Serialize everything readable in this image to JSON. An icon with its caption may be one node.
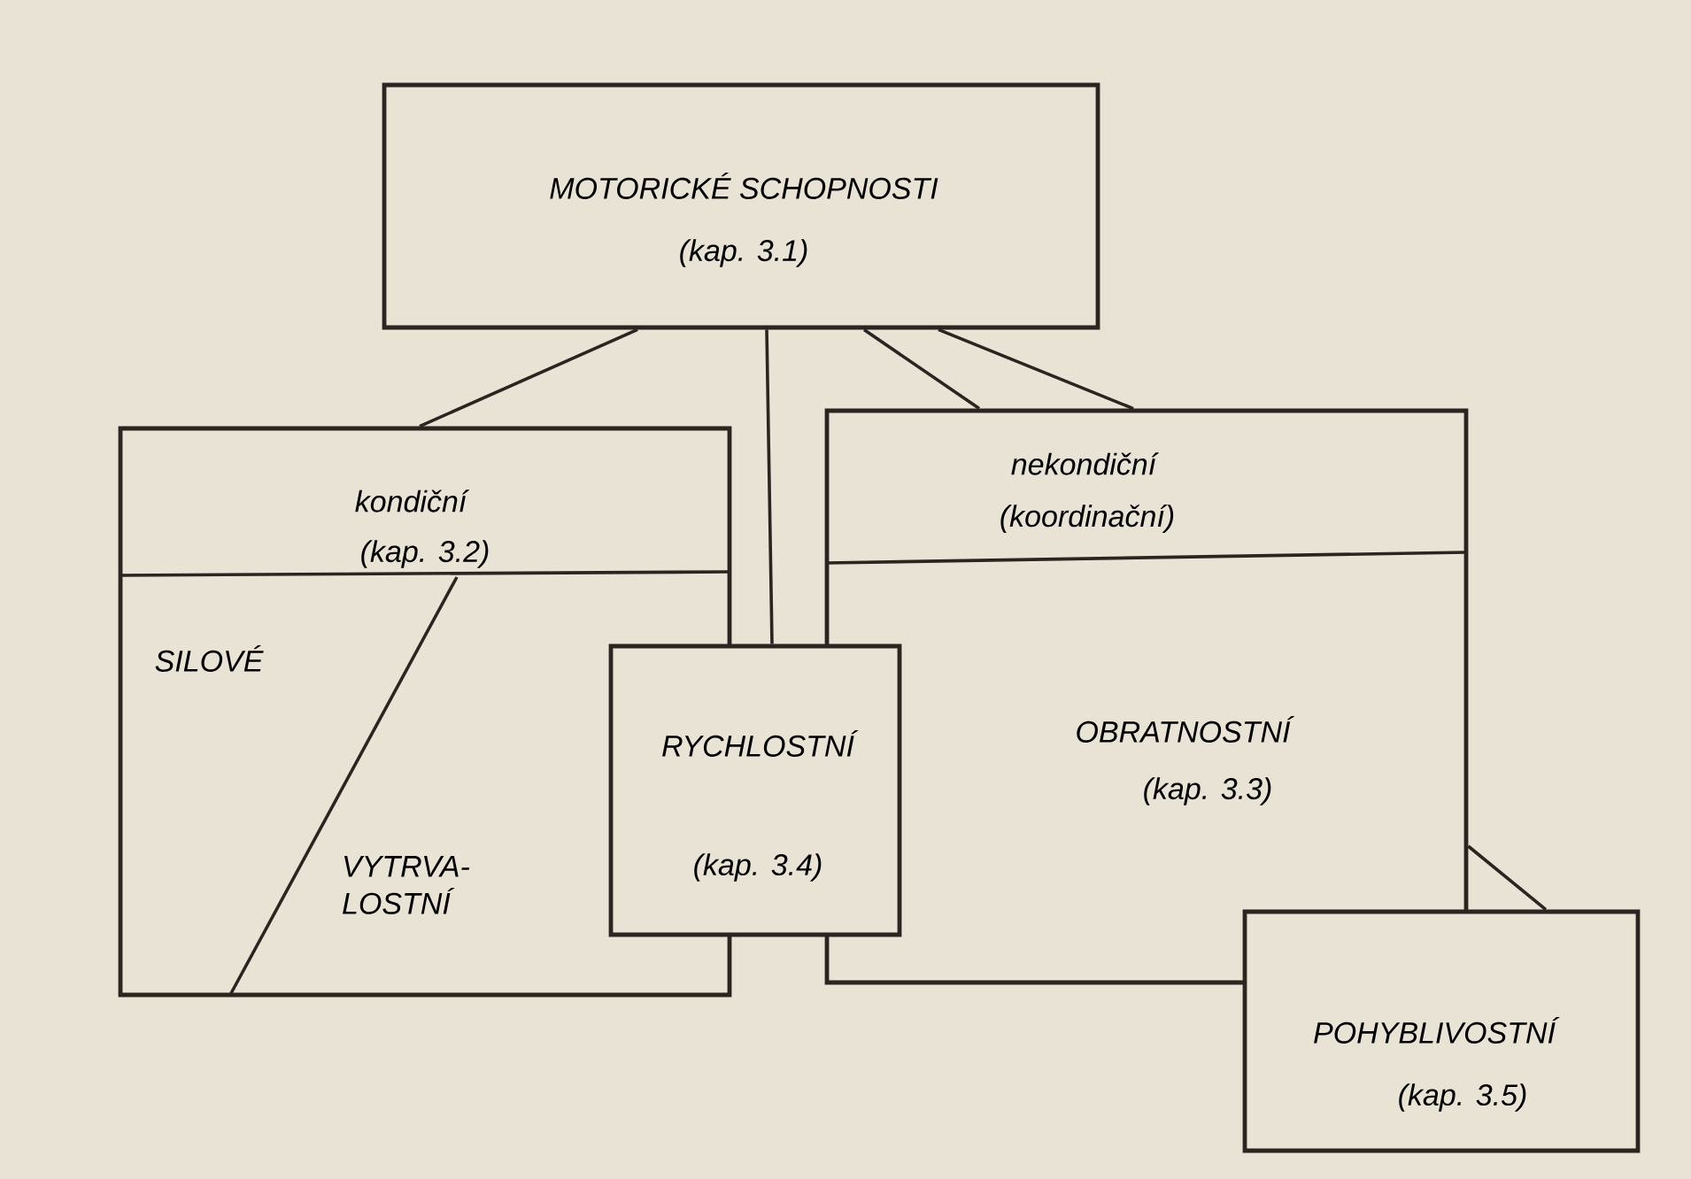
{
  "diagram": {
    "nodes": [
      {
        "text": [
          "MOTORICKÉ SCHOPNOSTI",
          "(kap. 3.1)"
        ]
      },
      {
        "text": [
          "kondiční",
          "(kap. 3.2)",
          "SILOVÉ",
          "VYTRVA- LOSTNÍ"
        ]
      },
      {
        "text": [
          "RYCHLOSTNÍ",
          "(kap. 3.4)"
        ]
      },
      {
        "text": [
          "nekondiční",
          "(koordinační)",
          "OBRATNOSTNÍ",
          "(kap. 3.3)"
        ]
      },
      {
        "text": [
          "POHYBLIVOSTNÍ",
          "(kap. 3.5)"
        ]
      }
    ],
    "edges": [
      {
        "from": 0,
        "to": 1,
        "arrow": "none"
      },
      {
        "from": 0,
        "to": 2,
        "arrow": "none"
      },
      {
        "from": 0,
        "to": 3,
        "arrow": "none"
      },
      {
        "from": 0,
        "to": 3,
        "arrow": "none"
      },
      {
        "from": 3,
        "to": 4,
        "arrow": "none"
      }
    ]
  }
}
